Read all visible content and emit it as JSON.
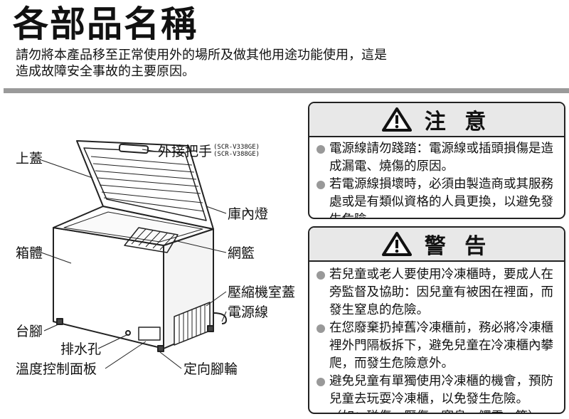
{
  "title": "各部品名稱",
  "intro": [
    "請勿將本產品移至正常使用外的場所及做其他用途功能使用，這是",
    "造成故障安全事故的主要原因。"
  ],
  "caution": {
    "heading": "注 意",
    "icon": "warning-triangle-icon",
    "items": [
      "電源線請勿踐踏：電源線或插頭損傷是造成漏電、燒傷的原因。",
      "若電源線損壞時，必須由製造商或其服務處或是有類似資格的人員更換，以避免發生危險。"
    ]
  },
  "warning": {
    "heading": "警 告",
    "icon": "warning-triangle-icon",
    "items": [
      "若兒童或老人要使用冷凍櫃時，要成人在旁監督及協助：因兒童有被困在裡面，而發生窒息的危險。",
      "在您廢棄扔掉舊冷凍櫃前，務必將冷凍櫃裡外門隔板拆下，避免兒童在冷凍櫃內攀爬，而發生危險意外。",
      "避免兒童有單獨使用冷凍櫃的機會，預防兒童去玩耍冷凍櫃，以免發生危險。（如：碰傷、壓傷、窒息、觸電...等）"
    ]
  },
  "parts": {
    "lid": "上蓋",
    "handle": "外接把手",
    "handle_models": [
      "(SCR-V338GE)",
      "(SCR-V388GE)"
    ],
    "lamp": "庫內燈",
    "cabinet": "箱體",
    "basket": "網籃",
    "compressor_cover": "壓縮機室蓋",
    "power_cord": "電源線",
    "feet": "台腳",
    "drain": "排水孔",
    "control_panel": "溫度控制面板",
    "casters": "定向腳輪"
  }
}
